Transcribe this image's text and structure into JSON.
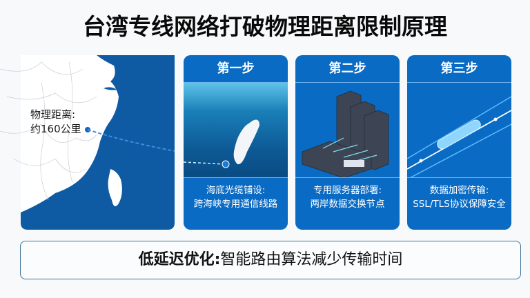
{
  "title": "台湾专线网络打破物理距离限制原理",
  "map": {
    "label_line1": "物理距离:",
    "label_line2": "约160公里",
    "land_color": "#ffffff",
    "sea_color": "#0e5ba3"
  },
  "steps": [
    {
      "heading": "第一步",
      "line1": "海底光缆铺设:",
      "line2": "跨海峡专用通信线路",
      "image": "taiwan-undersea-icon"
    },
    {
      "heading": "第二步",
      "line1": "专用服务器部署:",
      "line2": "两岸数据交换节点",
      "image": "server-rack-icon"
    },
    {
      "heading": "第三步",
      "line1": "数据加密传输:",
      "line2": "SSL/TLS协议保障安全",
      "image": "encrypted-tunnel-icon"
    }
  ],
  "bottom": {
    "label": "低延迟优化:",
    "text": "智能路由算法减少传输时间"
  },
  "colors": {
    "panel": "#0a6bc4",
    "accent_line": "#6fb4ee",
    "border": "#3d6f96"
  }
}
